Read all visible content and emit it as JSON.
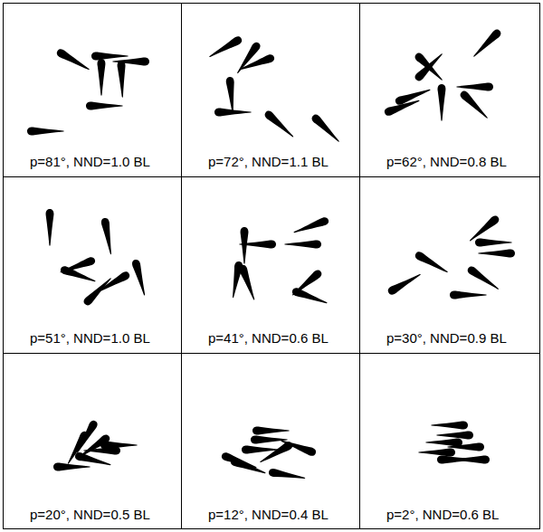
{
  "diagram": {
    "labels": [
      "p=81°, NND=1.0 BL",
      "p=72°, NND=1.1 BL",
      "p=62°, NND=0.8 BL",
      "p=51°, NND=1.0 BL",
      "p=41°, NND=0.6 BL",
      "p=30°, NND=0.9 BL",
      "p=20°, NND=0.5 BL",
      "p=12°, NND=0.4 BL",
      "p=2°, NND=0.6 BL"
    ]
  }
}
